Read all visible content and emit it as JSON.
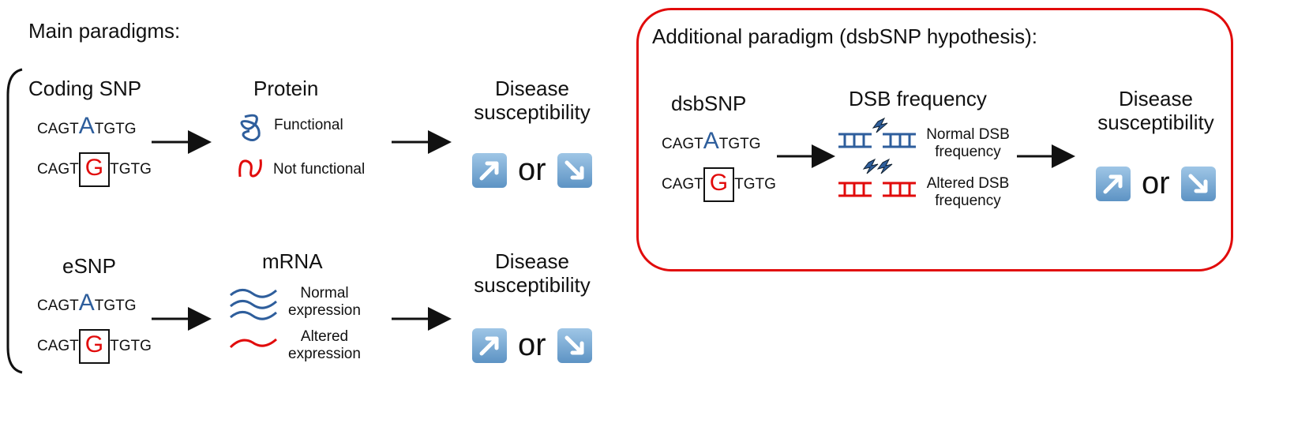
{
  "main": {
    "heading": "Main paradigms:",
    "row1": {
      "col1_title": "Coding SNP",
      "col2_title": "Protein",
      "col3_title_line1": "Disease",
      "col3_title_line2": "susceptibility",
      "item1": "Functional",
      "item2": "Not functional",
      "or": "or"
    },
    "row2": {
      "col1_title": "eSNP",
      "col2_title": "mRNA",
      "col3_title_line1": "Disease",
      "col3_title_line2": "susceptibility",
      "item1_line1": "Normal",
      "item1_line2": "expression",
      "item2_line1": "Altered",
      "item2_line2": "expression",
      "or": "or"
    }
  },
  "sequence": {
    "prefix": "CAGT",
    "ref_allele": "A",
    "alt_allele": "G",
    "suffix": "TGTG"
  },
  "additional": {
    "heading": "Additional paradigm (dsbSNP hypothesis):",
    "col1_title": "dsbSNP",
    "col2_title": "DSB frequency",
    "col3_title_line1": "Disease",
    "col3_title_line2": "susceptibility",
    "item1_line1": "Normal DSB",
    "item1_line2": "frequency",
    "item2_line1": "Altered DSB",
    "item2_line2": "frequency",
    "or": "or"
  },
  "colors": {
    "blue": "#2e5e9c",
    "red": "#e10b0b",
    "box_border": "#e10b0b"
  }
}
